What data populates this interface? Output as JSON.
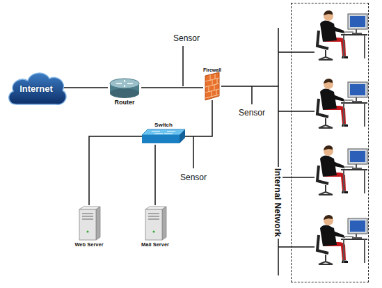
{
  "diagram": {
    "nodes": [
      {
        "text": [
          "Internet"
        ]
      },
      {
        "text": [
          "Router"
        ]
      },
      {
        "text": [
          "Firewall"
        ]
      },
      {
        "text": [
          "Switch"
        ]
      },
      {
        "text": [
          "Web Server"
        ]
      },
      {
        "text": [
          "Mail Server"
        ]
      },
      {
        "text": [
          "Internal Network"
        ]
      }
    ],
    "edges": [
      {
        "from": 0,
        "to": 1,
        "arrow": "none"
      },
      {
        "from": 1,
        "to": 2,
        "arrow": "none"
      },
      {
        "from": 2,
        "to": 6,
        "arrow": "none"
      },
      {
        "from": 2,
        "to": 3,
        "arrow": "none"
      },
      {
        "from": 3,
        "to": 4,
        "arrow": "none"
      },
      {
        "from": 3,
        "to": 5,
        "arrow": "none"
      }
    ],
    "labels": [
      "Sensor",
      "Sensor",
      "Sensor"
    ]
  }
}
